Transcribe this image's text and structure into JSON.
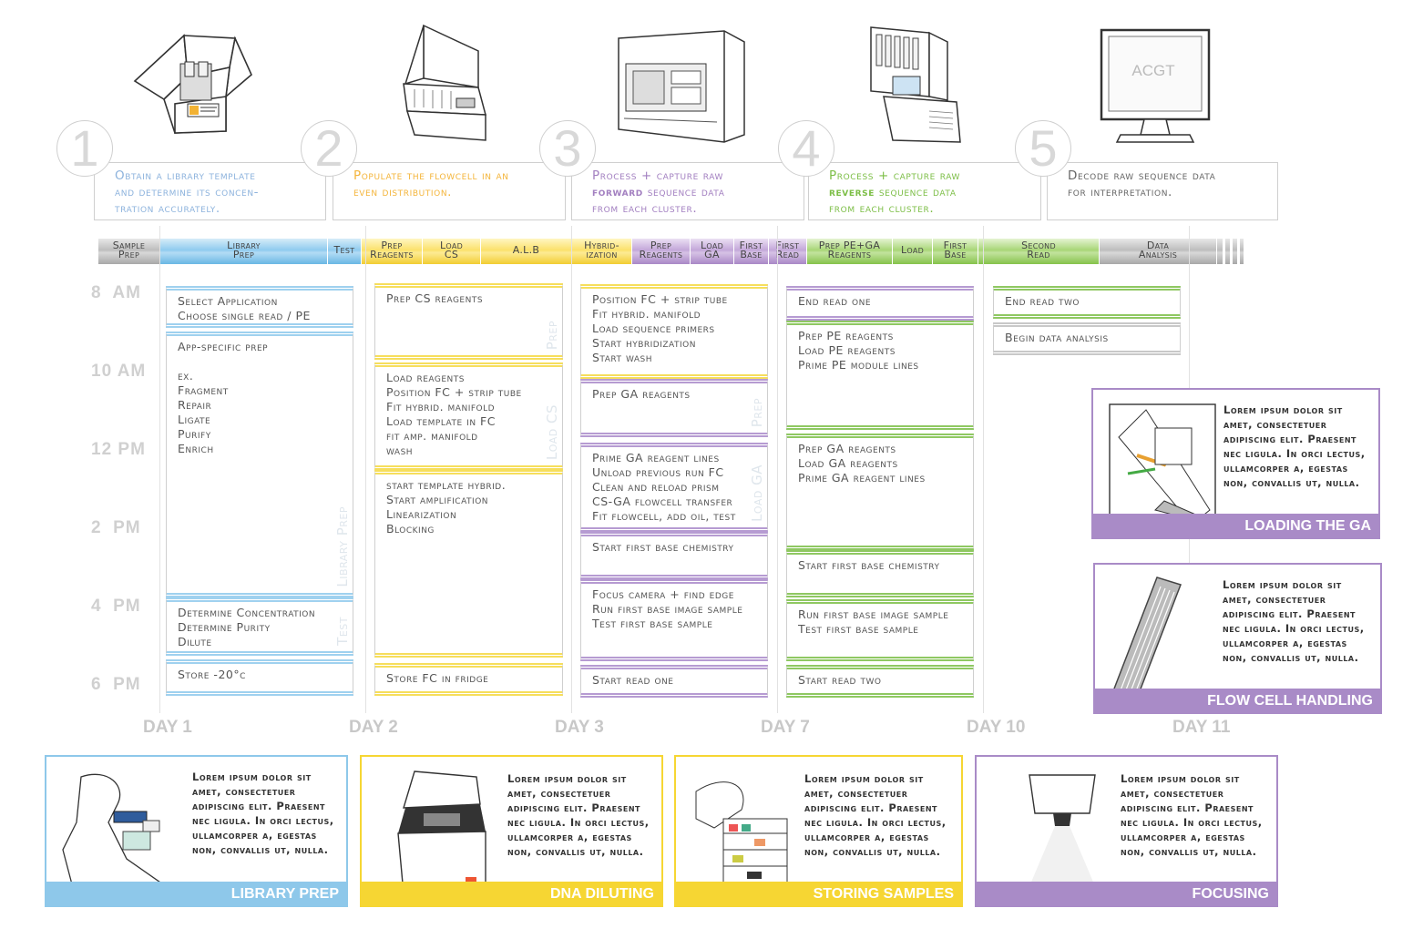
{
  "steps": [
    {
      "num": "1",
      "color": "#8db3dd",
      "lines": [
        "Obtain a library template",
        "and determine its concen-",
        "tration accurately."
      ]
    },
    {
      "num": "2",
      "color": "#f4b53b",
      "lines": [
        "Populate the flowcell in an",
        "even distribution."
      ]
    },
    {
      "num": "3",
      "color": "#a27fc0",
      "pre": "Process + capture raw",
      "bold": "forward",
      "post": " sequence data",
      "last": "from each cluster."
    },
    {
      "num": "4",
      "color": "#7cbe46",
      "pre": "Process + capture raw",
      "bold": "reverse",
      "post": " sequence data",
      "last": "from each cluster."
    },
    {
      "num": "5",
      "color": "#666666",
      "lines": [
        "Decode raw sequence data",
        "for interpretation."
      ]
    }
  ],
  "monitor_text": "ACGT",
  "phases": [
    {
      "label": "Sample\nPrep",
      "style": "gray"
    },
    {
      "label": "Library\nPrep",
      "style": "blue"
    },
    {
      "label": "Test",
      "style": "blue"
    },
    {
      "label": "Prep\nReagents",
      "style": "yellow"
    },
    {
      "label": "Load\nCS",
      "style": "yellow"
    },
    {
      "label": "A.L.B",
      "style": "yellow"
    },
    {
      "label": "Hybrid-\nization",
      "style": "yellow"
    },
    {
      "label": "Prep\nReagents",
      "style": "purple"
    },
    {
      "label": "Load\nGA",
      "style": "purple"
    },
    {
      "label": "First\nBase",
      "style": "purple"
    },
    {
      "label": "First\nRead",
      "style": "purple"
    },
    {
      "label": "Prep PE+GA\nReagents",
      "style": "green"
    },
    {
      "label": "Load",
      "style": "green"
    },
    {
      "label": "First\nBase",
      "style": "green"
    },
    {
      "label": "Second\nRead",
      "style": "green"
    },
    {
      "label": "Data\nAnalysis",
      "style": "gray"
    }
  ],
  "times": [
    "8  AM",
    "10 AM",
    "12 PM",
    "2  PM",
    "4  PM",
    "6  PM"
  ],
  "days": [
    "DAY 1",
    "DAY 2",
    "DAY 3",
    "DAY 7",
    "DAY 10",
    "DAY 11"
  ],
  "tasks": [
    {
      "color": "blue",
      "lines": "Select Application\nChoose single read / PE"
    },
    {
      "color": "blue",
      "lines": "App-specific prep\n\nex.\nFragment\nRepair\nLigate\nPurify\nEnrich",
      "vlabel": "Library Prep"
    },
    {
      "color": "blue",
      "lines": "Determine Concentration\nDetermine Purity\nDilute",
      "vlabel": "Test"
    },
    {
      "color": "blue",
      "lines": "Store -20°c"
    },
    {
      "color": "yellow",
      "lines": "Prep CS reagents",
      "vlabel": "Prep"
    },
    {
      "color": "yellow",
      "lines": "Load reagents\nPosition FC + strip tube\nFit hybrid. manifold\nLoad template in FC\nfit amp. manifold\nwash",
      "vlabel": "Load CS"
    },
    {
      "color": "yellow",
      "lines": "start template hybrid.\nStart amplification\nLinearization\nBlocking"
    },
    {
      "color": "yellow",
      "lines": "Store FC in fridge"
    },
    {
      "color": "yellow",
      "lines": "Position FC + strip tube\nFit hybrid. manifold\nLoad sequence primers\nStart hybridization\nStart wash"
    },
    {
      "color": "purple",
      "lines": "Prep GA reagents",
      "vlabel": "Prep"
    },
    {
      "color": "purple",
      "lines": "Prime GA reagent lines\nUnload previous run FC\nClean and reload prism\nCS-GA flowcell transfer\nFit flowcell, add oil, test",
      "vlabel": "Load GA"
    },
    {
      "color": "purple",
      "lines": "Start first base chemistry"
    },
    {
      "color": "purple",
      "lines": "Focus camera + find edge\nRun first base image sample\nTest first base sample"
    },
    {
      "color": "purple",
      "lines": "Start read one"
    },
    {
      "color": "purple",
      "lines": "End read one"
    },
    {
      "color": "green",
      "lines": "Prep PE reagents\nLoad PE reagents\nPrime PE module lines"
    },
    {
      "color": "green",
      "lines": "Prep GA reagents\nLoad GA reagents\nPrime GA reagent lines"
    },
    {
      "color": "green",
      "lines": "Start first base chemistry"
    },
    {
      "color": "green",
      "lines": "Run first base image sample\nTest first base sample"
    },
    {
      "color": "green",
      "lines": "Start read two"
    },
    {
      "color": "green",
      "lines": "End read two"
    },
    {
      "color": "gray",
      "lines": "Begin data analysis"
    }
  ],
  "lorem": "Lorem ipsum dolor sit\namet, consectetuer\nadipiscing elit. Praesent\nnec ligula. In orci lectus,\nullamcorper a, egestas\nnon, convallis ut, nulla.",
  "cards": [
    {
      "title": "LIBRARY PREP",
      "color": "#8ec8ea"
    },
    {
      "title": "DNA DILUTING",
      "color": "#f6d633"
    },
    {
      "title": "STORING SAMPLES",
      "color": "#f6d633"
    },
    {
      "title": "FOCUSING",
      "color": "#a98bc7"
    },
    {
      "title": "LOADING THE GA",
      "color": "#a98bc7"
    },
    {
      "title": "FLOW CELL HANDLING",
      "color": "#a98bc7"
    }
  ]
}
